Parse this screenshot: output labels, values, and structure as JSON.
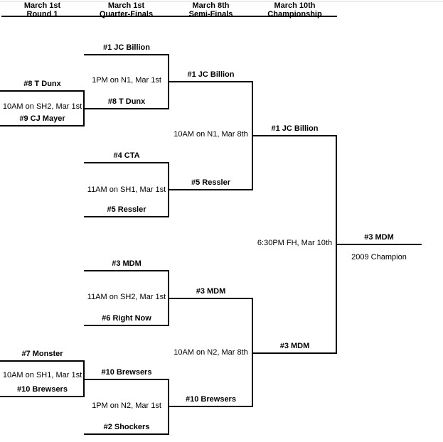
{
  "headers": [
    {
      "line1": "March 1st",
      "line2": "Round 1"
    },
    {
      "line1": "March 1st",
      "line2": "Quarter-Finals"
    },
    {
      "line1": "March 8th",
      "line2": "Semi-Finals"
    },
    {
      "line1": "March 10th",
      "line2": "Championship"
    }
  ],
  "bracket": {
    "round1": {
      "match1": {
        "top": "#8 T Dunx",
        "game": "10AM on SH2, Mar 1st",
        "bottom": "#9 CJ Mayer"
      },
      "match2": {
        "top": "#7 Monster",
        "game": "10AM on SH1, Mar 1st",
        "bottom": "#10 Brewsers"
      }
    },
    "quarterfinals": {
      "match1": {
        "top": "#1 JC Billion",
        "game": "1PM on N1, Mar 1st",
        "bottom": "#8 T Dunx"
      },
      "match2": {
        "top": "#4 CTA",
        "game": "11AM on SH1, Mar 1st",
        "bottom": "#5 Ressler"
      },
      "match3": {
        "top": "#3 MDM",
        "game": "11AM on SH2, Mar 1st",
        "bottom": "#6 Right Now"
      },
      "match4": {
        "top": "#10 Brewsers",
        "game": "1PM on N2, Mar 1st",
        "bottom": "#2 Shockers"
      }
    },
    "semifinals": {
      "match1": {
        "top": "#1 JC Billion",
        "game": "10AM on N1, Mar 8th",
        "bottom": "#5 Ressler"
      },
      "match2": {
        "top": "#3 MDM",
        "game": "10AM on N2, Mar 8th",
        "bottom": "#10 Brewsers"
      }
    },
    "championship": {
      "top": "#1 JC Billion",
      "game": "6:30PM FH, Mar 10th",
      "bottom": "#3 MDM"
    },
    "winner": {
      "name": "#3 MDM",
      "caption": "2009 Champion"
    }
  },
  "colors": {
    "line": "#000000",
    "background": "#ffffff",
    "top_hairline": "#ececec"
  }
}
